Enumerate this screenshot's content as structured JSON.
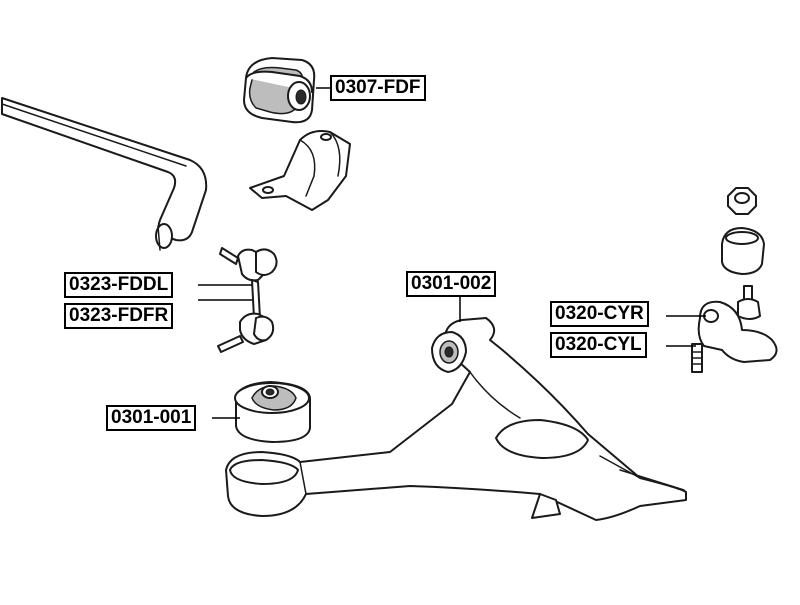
{
  "parts": [
    {
      "id": "stabilizer-bushing",
      "label": "0307-FDF"
    },
    {
      "id": "stabilizer-link-left",
      "label": "0323-FDDL"
    },
    {
      "id": "stabilizer-link-right",
      "label": "0323-FDFR"
    },
    {
      "id": "control-arm-rear-bushing",
      "label": "0301-001"
    },
    {
      "id": "control-arm",
      "label": "0301-002"
    },
    {
      "id": "ball-joint-right",
      "label": "0320-CYR"
    },
    {
      "id": "ball-joint-left",
      "label": "0320-CYL"
    }
  ]
}
